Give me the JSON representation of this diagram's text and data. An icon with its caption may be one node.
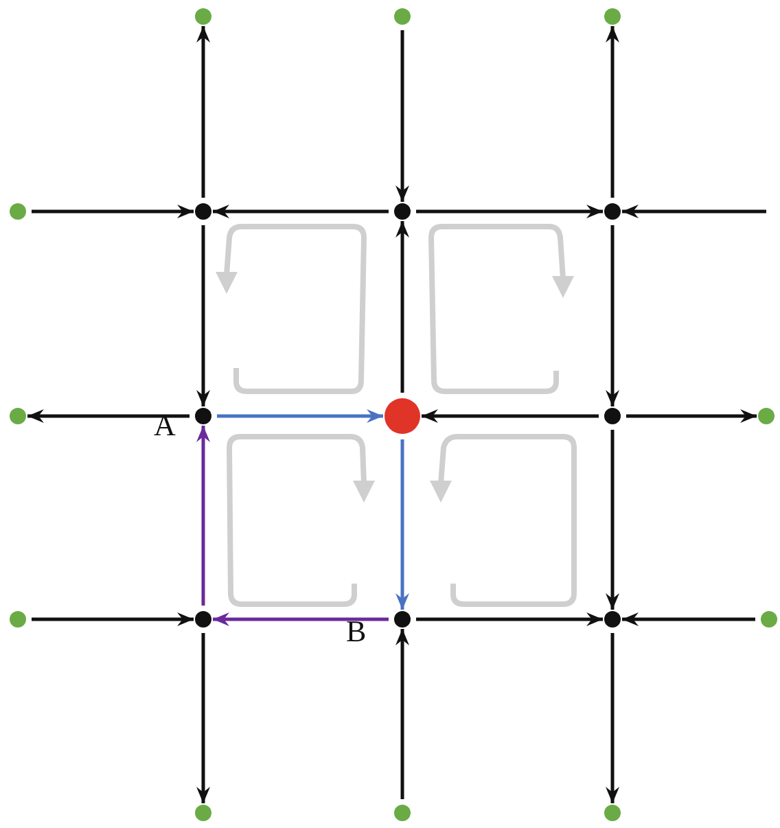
{
  "diagram": {
    "nodes": [
      {
        "text": [],
        "shape": "circle"
      },
      {
        "text": [],
        "shape": "circle"
      },
      {
        "text": [],
        "shape": "circle"
      },
      {
        "text": [],
        "shape": "circle"
      },
      {
        "text": [],
        "shape": "circle"
      },
      {
        "text": [],
        "shape": "circle"
      },
      {
        "text": [],
        "shape": "circle"
      },
      {
        "text": [],
        "shape": "circle"
      },
      {
        "text": [],
        "shape": "circle",
        "beside": [
          "A"
        ]
      },
      {
        "text": [],
        "shape": "circle"
      },
      {
        "text": [],
        "shape": "circle"
      },
      {
        "text": [],
        "shape": "circle"
      },
      {
        "text": [],
        "shape": "circle"
      },
      {
        "text": [],
        "shape": "circle"
      },
      {
        "text": [],
        "shape": "circle",
        "beside": [
          "B"
        ]
      },
      {
        "text": [],
        "shape": "circle"
      },
      {
        "text": [],
        "shape": "circle"
      },
      {
        "text": [],
        "shape": "circle"
      },
      {
        "text": [],
        "shape": "circle"
      },
      {
        "text": [],
        "shape": "circle"
      }
    ],
    "edges": [
      {
        "from": 4,
        "to": 0,
        "arrow": "to"
      },
      {
        "from": 1,
        "to": 5,
        "arrow": "to"
      },
      {
        "from": 6,
        "to": 2,
        "arrow": "to"
      },
      {
        "from": 3,
        "to": 4,
        "arrow": "to"
      },
      {
        "from": 5,
        "to": 4,
        "arrow": "to"
      },
      {
        "from": 5,
        "to": 6,
        "arrow": "to"
      },
      {
        "from": null,
        "to": 6,
        "arrow": "to"
      },
      {
        "from": 4,
        "to": 8,
        "arrow": "to"
      },
      {
        "from": 9,
        "to": 5,
        "arrow": "to"
      },
      {
        "from": 6,
        "to": 10,
        "arrow": "to"
      },
      {
        "from": 8,
        "to": 7,
        "arrow": "to"
      },
      {
        "from": 8,
        "to": 9,
        "arrow": "to",
        "color": "#4a72c4"
      },
      {
        "from": 10,
        "to": 9,
        "arrow": "to"
      },
      {
        "from": 10,
        "to": 11,
        "arrow": "to"
      },
      {
        "from": 13,
        "to": 8,
        "arrow": "to",
        "color": "#6a2a9c"
      },
      {
        "from": 9,
        "to": 14,
        "arrow": "to",
        "color": "#4a72c4"
      },
      {
        "from": 10,
        "to": 15,
        "arrow": "to"
      },
      {
        "from": 12,
        "to": 13,
        "arrow": "to"
      },
      {
        "from": 14,
        "to": 13,
        "arrow": "to",
        "color": "#6a2a9c"
      },
      {
        "from": 14,
        "to": 15,
        "arrow": "to"
      },
      {
        "from": 16,
        "to": 15,
        "arrow": "to"
      },
      {
        "from": 13,
        "to": 17,
        "arrow": "to"
      },
      {
        "from": 18,
        "to": 14,
        "arrow": "to"
      },
      {
        "from": 15,
        "to": 19,
        "arrow": "to"
      }
    ]
  }
}
